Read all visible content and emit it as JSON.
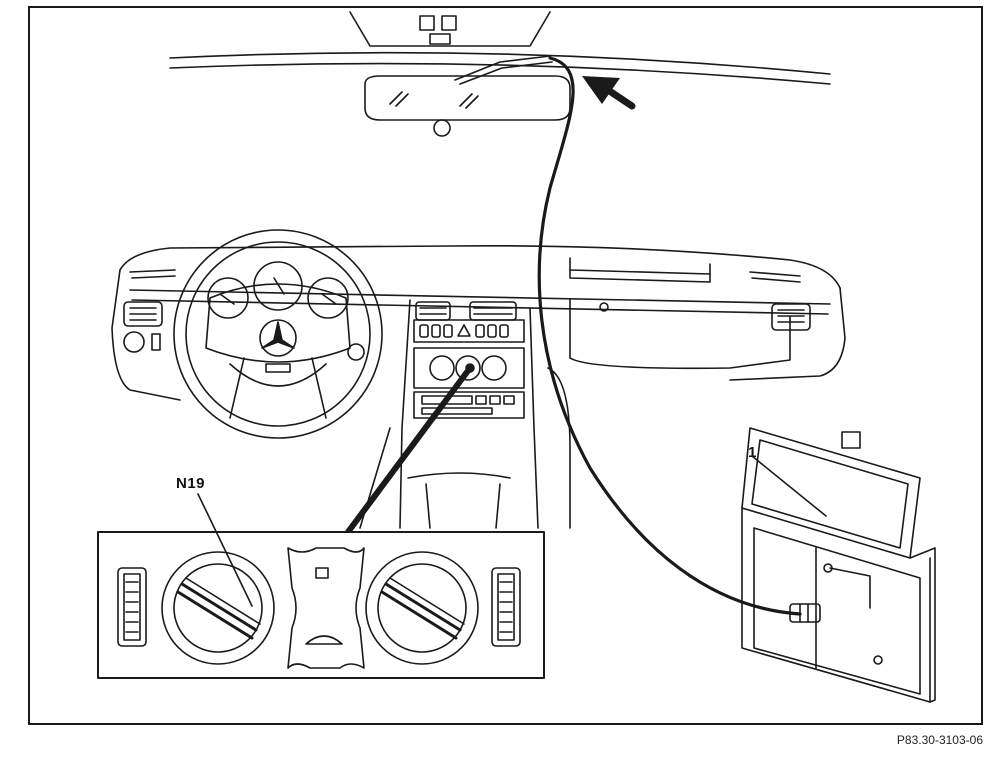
{
  "callouts": {
    "n19": "N19",
    "item1": "1"
  },
  "caption": "P83.30-3103-06",
  "icons": [
    "rear-view-mirror-icon",
    "steering-wheel-icon",
    "mercedes-star-icon",
    "arrow-icon",
    "test-unit-icon",
    "climate-control-panel-icon"
  ],
  "colors": {
    "line": "#1a1a1a",
    "background": "#ffffff"
  }
}
